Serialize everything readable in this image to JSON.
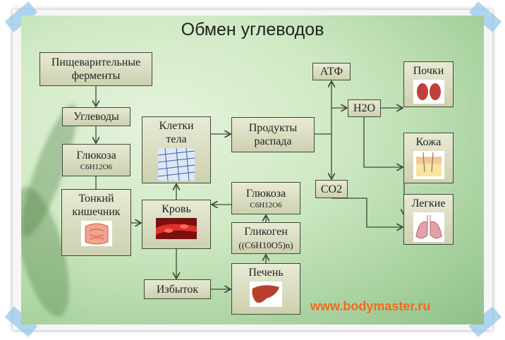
{
  "title": "Обмен углеводов",
  "nodes": {
    "enzymes": "Пищеварительные ферменты",
    "carbs": "Углеводы",
    "glucose_left": {
      "label": "Глюкоза",
      "formula": "C6H12O6"
    },
    "intestine": "Тонкий кишечник",
    "cells": "Клетки тела",
    "products": "Продукты распада",
    "blood": "Кровь",
    "excess": "Избыток",
    "glucose_right": {
      "label": "Глюкоза",
      "formula": "C6H12O6"
    },
    "glycogen": {
      "label": "Гликоген",
      "formula": "((C6H10O5)n)"
    },
    "liver": "Печень",
    "atp": "АТФ",
    "water": "H2O",
    "co2": "CO2",
    "kidneys": "Почки",
    "skin": "Кожа",
    "lungs": "Легкие"
  },
  "website": "www.bodymaster.ru",
  "colors": {
    "url": "#f26a1b",
    "box_border": "#3d4a3a"
  }
}
